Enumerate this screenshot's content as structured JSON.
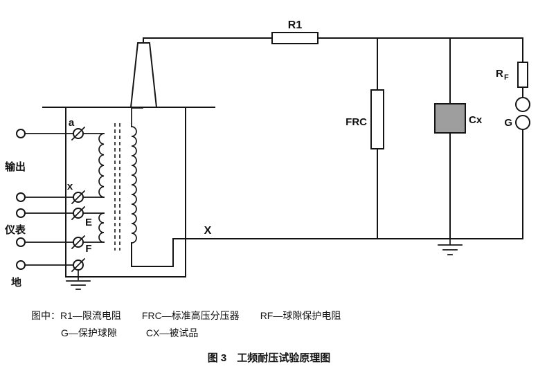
{
  "figure": {
    "colors": {
      "ink": "#141414",
      "cx_fill": "#9e9e9e"
    },
    "labels": {
      "r1": "R1",
      "frc": "FRC",
      "cx": "Cx",
      "rf_main": "R",
      "rf_sub": "F",
      "g": "G",
      "x_bus": "X",
      "term_a": "a",
      "term_x": "x",
      "term_e": "E",
      "term_f": "F",
      "port_output": "输出",
      "port_meter": "仪表",
      "port_ground": "地"
    },
    "caption": {
      "line1_item1": "图中：R1—限流电阻",
      "line1_item2": "FRC—标准高压分压器",
      "line1_item3": "RF—球隙保护电阻",
      "line2_item1": "G—保护球隙",
      "line2_item2": "CX—被试品",
      "title": "图 3　工频耐压试验原理图"
    }
  }
}
